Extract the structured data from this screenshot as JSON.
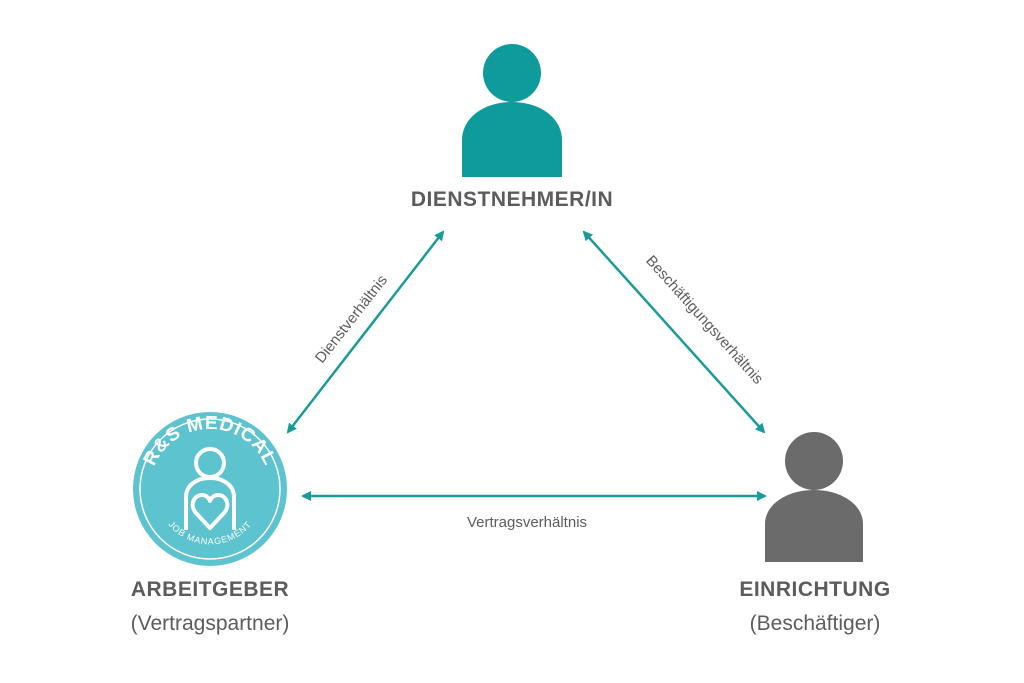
{
  "colors": {
    "employee": "#0f9a9c",
    "facility": "#6b6b6b",
    "logo_fill": "#5cc3cf",
    "arrow": "#1a9b9a",
    "text": "#5c5c5c"
  },
  "nodes": {
    "employee": {
      "icon": "person-icon",
      "title": "DIENSTNEHMER/IN"
    },
    "employer": {
      "icon": "company-logo",
      "title": "ARBEITGEBER",
      "subtitle": "(Vertragspartner)",
      "logo": {
        "name": "R&S MEDICAL",
        "tagline": "JOB MANAGEMENT"
      }
    },
    "facility": {
      "icon": "person-icon",
      "title": "EINRICHTUNG",
      "subtitle": "(Beschäftiger)"
    }
  },
  "edges": {
    "employer_employee": "Dienstverhältnis",
    "employee_facility": "Beschäftigungsverhältnis",
    "employer_facility": "Vertragsverhältnis"
  }
}
